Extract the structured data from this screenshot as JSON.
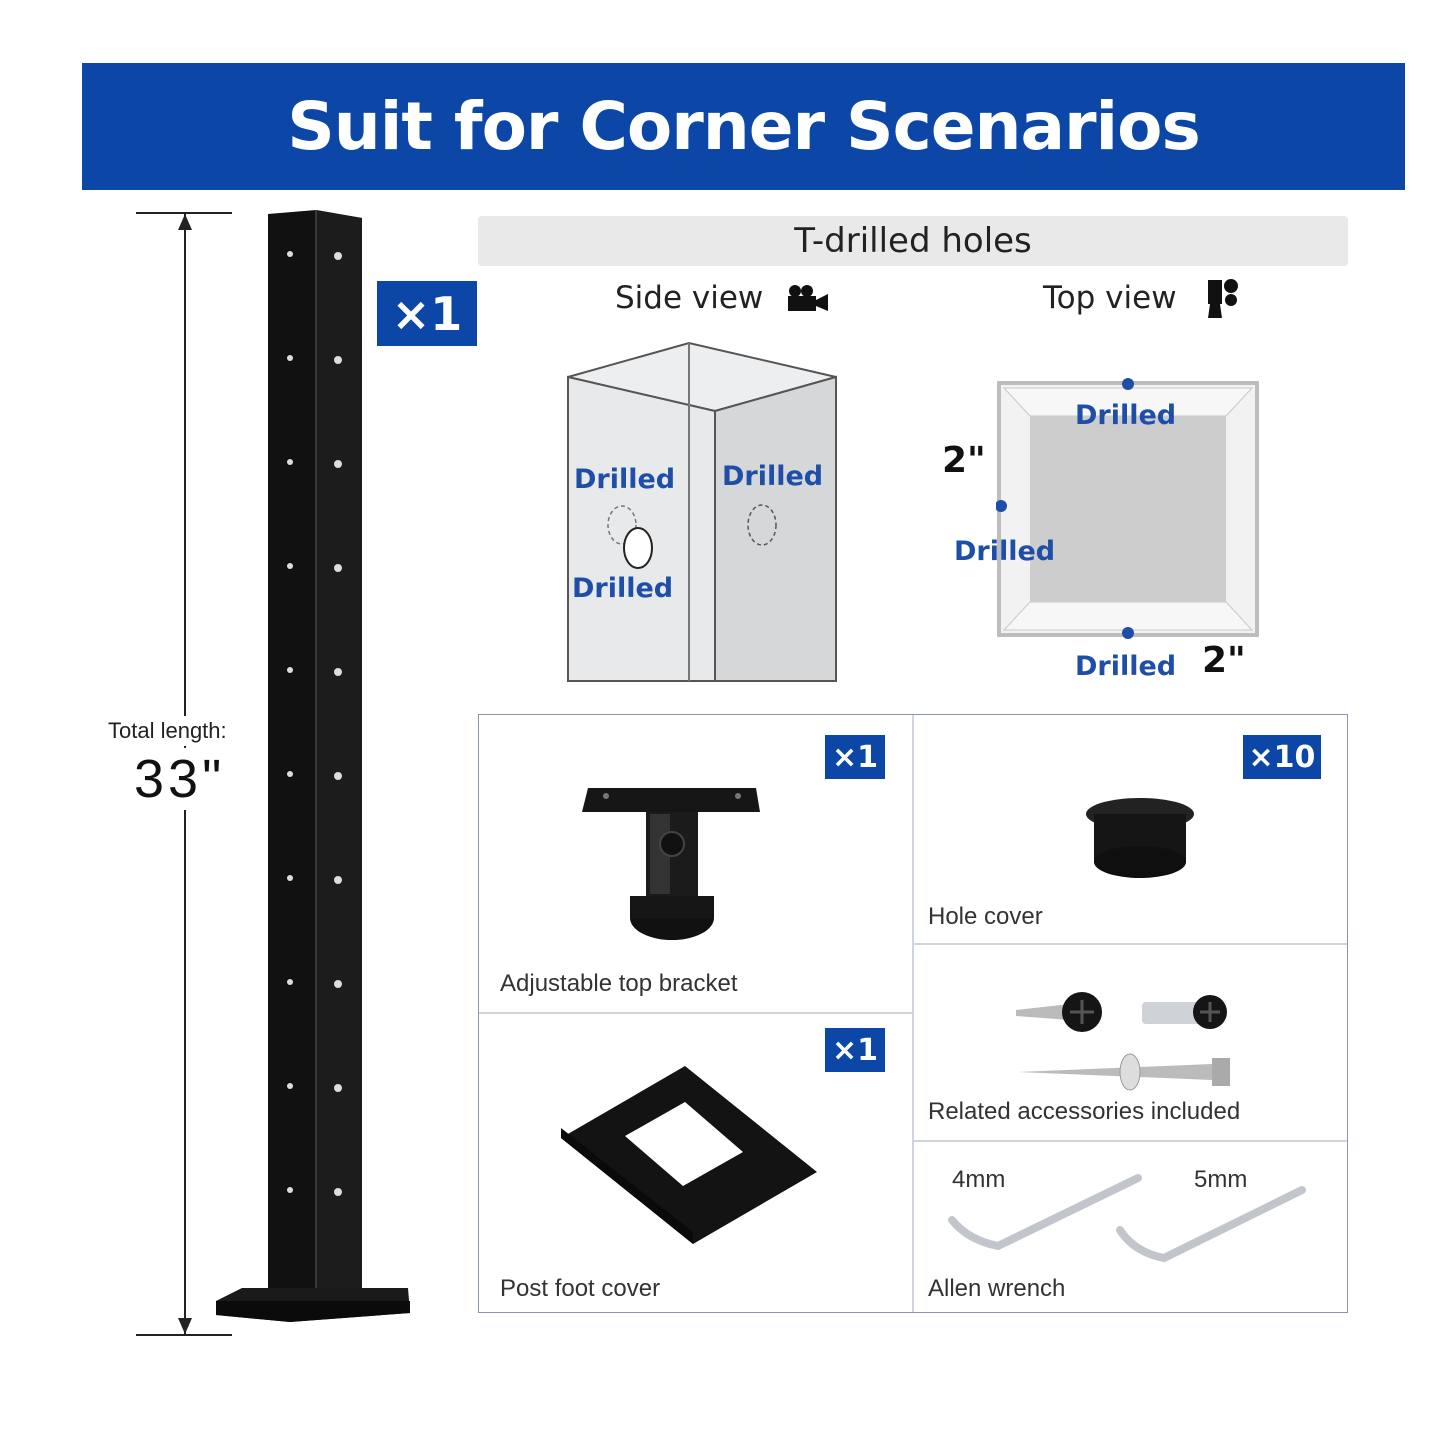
{
  "banner": {
    "title": "Suit for Corner Scenarios"
  },
  "dimension": {
    "label": "Total length:",
    "value": "33\""
  },
  "post": {
    "quantity": "×1"
  },
  "holes": {
    "header": "T-drilled holes",
    "side_view": {
      "label": "Side view",
      "drilled": [
        "Drilled",
        "Drilled",
        "Drilled"
      ]
    },
    "top_view": {
      "label": "Top view",
      "drilled": [
        "Drilled",
        "Drilled",
        "Drilled"
      ],
      "dims": [
        "2\"",
        "2\""
      ]
    }
  },
  "accessories": {
    "top_bracket": {
      "label": "Adjustable top bracket",
      "quantity": "×1"
    },
    "hole_cover": {
      "label": "Hole cover",
      "quantity": "×10"
    },
    "foot_cover": {
      "label": "Post foot cover",
      "quantity": "×1"
    },
    "screws": {
      "label": "Related accessories included"
    },
    "allen": {
      "label": "Allen wrench",
      "sizes": [
        "4mm",
        "5mm"
      ]
    }
  },
  "colors": {
    "brand_blue": "#0c47a8",
    "drilled_text": "#1e4ea8",
    "post": "#151515"
  }
}
